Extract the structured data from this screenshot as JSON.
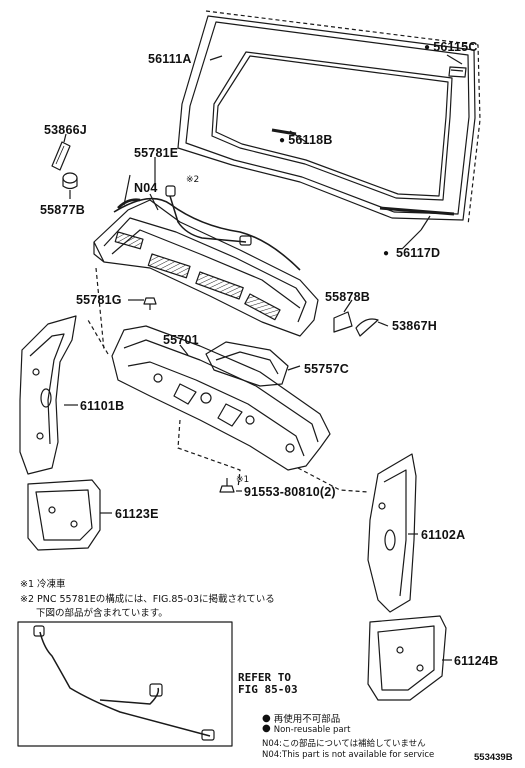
{
  "parts": {
    "p56111A": "56111A",
    "p56115C": "56115C",
    "p53866J": "53866J",
    "p55781E": "55781E",
    "p56118B": "56118B",
    "p55877B": "55877B",
    "pN04": "N04",
    "p56117D": "56117D",
    "p55781G": "55781G",
    "p55878B": "55878B",
    "p55701": "55701",
    "p53867H": "53867H",
    "p55757C": "55757C",
    "p61101B": "61101B",
    "p91553": "91553-80810(2)",
    "p61123E": "61123E",
    "p61102A": "61102A",
    "p61124B": "61124B"
  },
  "marks": {
    "ref2": "※2",
    "ref1": "※1"
  },
  "notes": {
    "n1": "※1 冷凍車",
    "n2a": "※2 PNC 55781Eの構成には、FIG.85-03に掲載されている",
    "n2b": "下図の部品が含まれています。"
  },
  "refer": {
    "line1": "REFER TO",
    "line2": "FIG 85-03"
  },
  "legend": {
    "l1": "再使用不可部品",
    "l2": "Non-reusable part",
    "l3": "N04:この部品については補給していません",
    "l4": "N04:This part is not available for service"
  },
  "figure_id": "553439B",
  "colors": {
    "line": "#1a1a1a",
    "highlight": "#c9c9f2",
    "highlight_border": "#6a6ad6"
  }
}
